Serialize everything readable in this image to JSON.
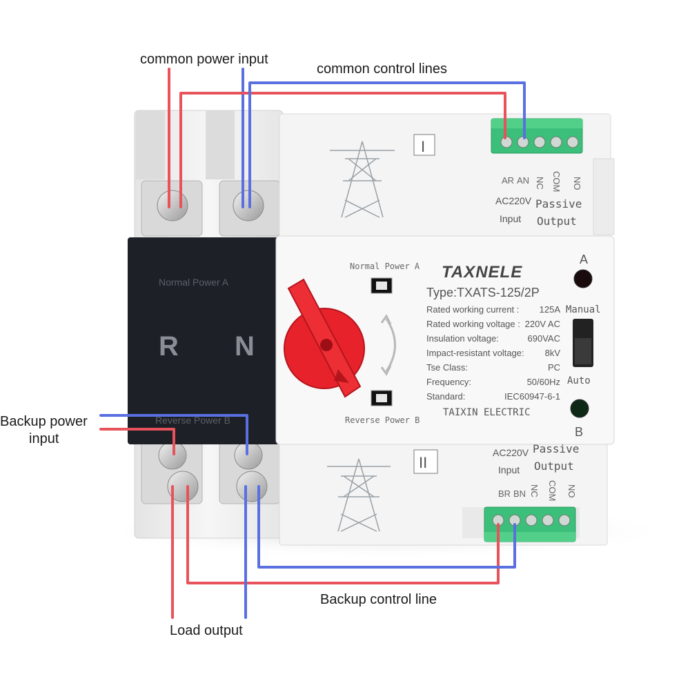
{
  "callouts": {
    "common_power_input": "common power input",
    "common_control_lines": "common control lines",
    "backup_power_input_line1": "Backup power",
    "backup_power_input_line2": "input",
    "backup_control_line": "Backup control line",
    "load_output": "Load output"
  },
  "device": {
    "brand": "TAXNELE",
    "type_label": "Type:TXATS-125/2P",
    "specs": [
      {
        "label": "Rated working current :",
        "value": "125A"
      },
      {
        "label": "Rated working voltage :",
        "value": "220V AC"
      },
      {
        "label": "Insulation voltage:",
        "value": "690VAC"
      },
      {
        "label": "Impact-resistant voltage:",
        "value": "8kV"
      },
      {
        "label": "Tse Class:",
        "value": "PC"
      },
      {
        "label": "Frequency:",
        "value": "50/60Hz"
      },
      {
        "label": "Standard:",
        "value": "IEC60947-6-1"
      }
    ],
    "maker": "TAIXIN ELECTRIC",
    "normal_power_small": "Normal Power A",
    "reverse_power_small": "Reverse Power B",
    "cover_top_label": "Normal Power A",
    "cover_bottom_label": "Reverse Power B",
    "pole_r": "R",
    "pole_n": "N",
    "indicator_a": "A",
    "indicator_b": "B",
    "manual": "Manual",
    "auto": "Auto",
    "module_top_roman": "I",
    "module_bottom_roman": "II",
    "top_terminals": [
      "AR",
      "AN",
      "NC",
      "COM",
      "NO"
    ],
    "bottom_terminals": [
      "BR",
      "BN",
      "NC",
      "COM",
      "NO"
    ],
    "ac220v": "AC220V",
    "input": "Input",
    "passive": "Passive",
    "output": "Output"
  },
  "colors": {
    "wire_live": "#e8525a",
    "wire_neutral": "#5a6fe0",
    "knob": "#e8222b",
    "cover": "#1e2027",
    "terminal_green": "#3cbf7a",
    "body": "#f1f1f1"
  }
}
